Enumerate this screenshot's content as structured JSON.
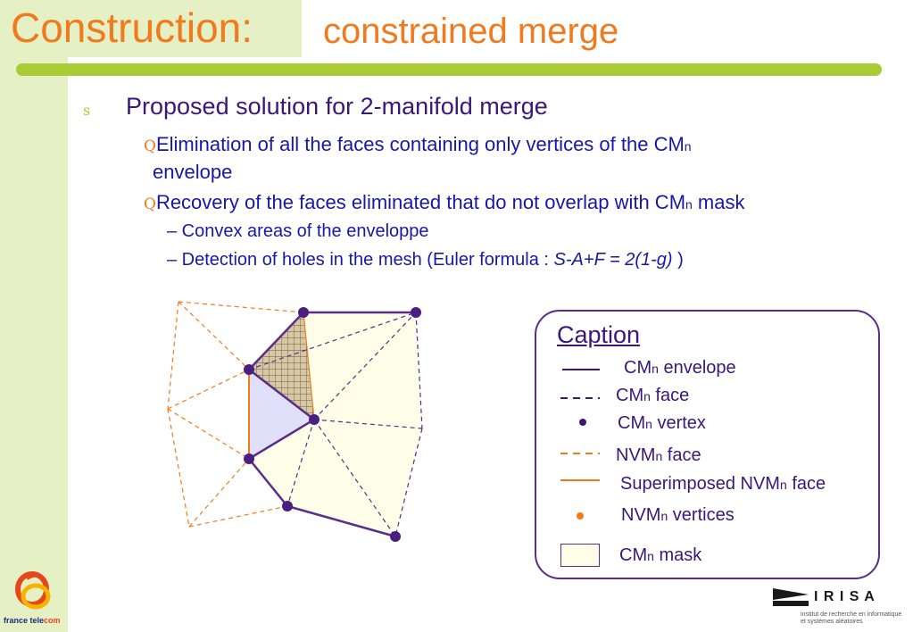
{
  "slide": {
    "title": "Construction:",
    "subtitle": "constrained merge"
  },
  "content": {
    "bullet_1": {
      "marker": "s",
      "text": "Proposed solution for 2-manifold merge"
    },
    "sub_bullet_1": {
      "marker": "Q",
      "text_a": "Elimination of all the faces containing only vertices of the CM",
      "sub_a": "n",
      "text_b": "envelope"
    },
    "sub_bullet_2": {
      "marker": "Q",
      "text_a": "Recovery of the faces eliminated that do not overlap with CM",
      "sub_a": "n",
      "text_b": " mask"
    },
    "dash_1": "– Convex areas of the enveloppe",
    "dash_2_a": "– Detection of holes in the mesh (Euler formula : ",
    "dash_2_formula": "S-A+F = 2(1-g)",
    "dash_2_b": " )"
  },
  "caption": {
    "title": "Caption",
    "items": [
      {
        "label": "CM",
        "sub": "n",
        "suffix": " envelope"
      },
      {
        "label": "CM",
        "sub": "n",
        "suffix": " face"
      },
      {
        "label": "CM",
        "sub": "n",
        "suffix": " vertex"
      },
      {
        "label": "NVM",
        "sub": "n",
        "suffix": " face"
      },
      {
        "label": "Superimposed NVM",
        "sub": "n",
        "suffix": " face"
      },
      {
        "label": "NVM",
        "sub": "n",
        "suffix": " vertices"
      },
      {
        "label": "CM",
        "sub": "n",
        "suffix": " mask"
      }
    ]
  },
  "logos": {
    "france_telecom_a": "france tele",
    "france_telecom_b": "com",
    "irisa": "I R I S A",
    "irisa_line1": "institut de recherche en informatique",
    "irisa_line2": "et systèmes aléatoires"
  },
  "colors": {
    "title": "#f07a1e",
    "accent_green": "#a9cc35",
    "text_purple": "#3a1778",
    "text_blue": "#1818a8",
    "cm_line": "#5a2d8a",
    "nvm_line": "#f07a1e",
    "mask_fill": "#fefde7"
  }
}
